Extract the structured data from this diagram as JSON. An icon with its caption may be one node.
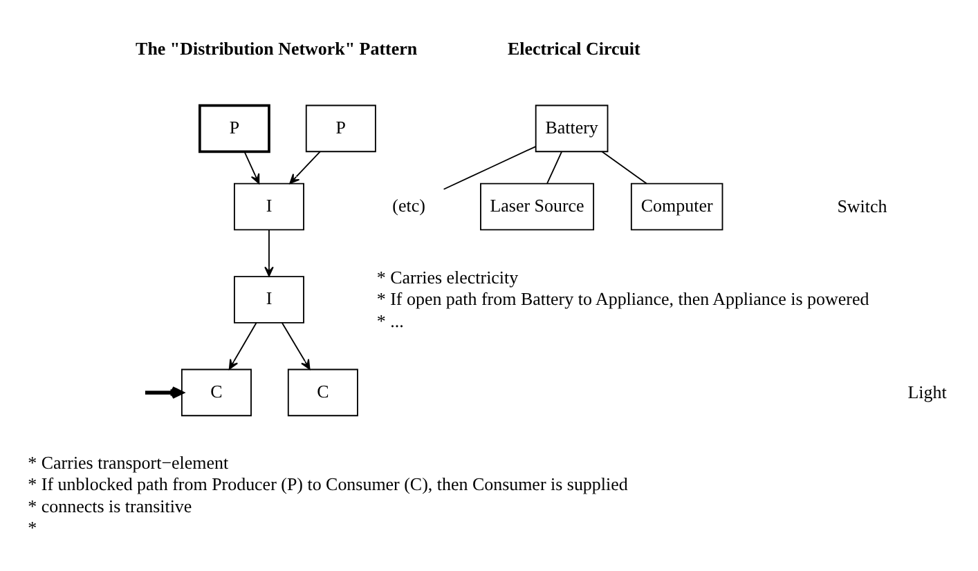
{
  "diagram": {
    "nodes": [
      {
        "text": [
          "P"
        ]
      },
      {
        "text": [
          "P"
        ]
      },
      {
        "text": [
          "I"
        ]
      },
      {
        "text": [
          "I"
        ]
      },
      {
        "text": [
          "C"
        ]
      },
      {
        "text": [
          "C"
        ]
      },
      {
        "text": [
          "Battery"
        ]
      },
      {
        "text": [
          "(etc)"
        ]
      },
      {
        "text": [
          "Laser Source"
        ]
      },
      {
        "text": [
          "Computer"
        ]
      }
    ],
    "edges": [
      {
        "from": 0,
        "to": 2,
        "arrow": "to"
      },
      {
        "from": 1,
        "to": 2,
        "arrow": "to"
      },
      {
        "from": 2,
        "to": 3,
        "arrow": "to"
      },
      {
        "from": 3,
        "to": 4,
        "arrow": "to"
      },
      {
        "from": 3,
        "to": 5,
        "arrow": "to"
      },
      {
        "from": 6,
        "to": 7,
        "arrow": "none"
      },
      {
        "from": 6,
        "to": 8,
        "arrow": "none"
      },
      {
        "from": 6,
        "to": 9,
        "arrow": "none"
      },
      {
        "from": null,
        "to": 4,
        "arrow": "to",
        "style": "thick"
      }
    ],
    "labels": [
      "The \"Distribution Network\" Pattern",
      "Electrical Circuit",
      "Switch",
      "Light",
      "* Carries transport−element",
      "* If unblocked path from Producer (P) to Consumer (C), then Consumer is supplied",
      "* connects is transitive",
      "*",
      "* Carries electricity",
      "* If open path from Battery to Appliance, then Appliance is powered",
      "* ..."
    ]
  }
}
